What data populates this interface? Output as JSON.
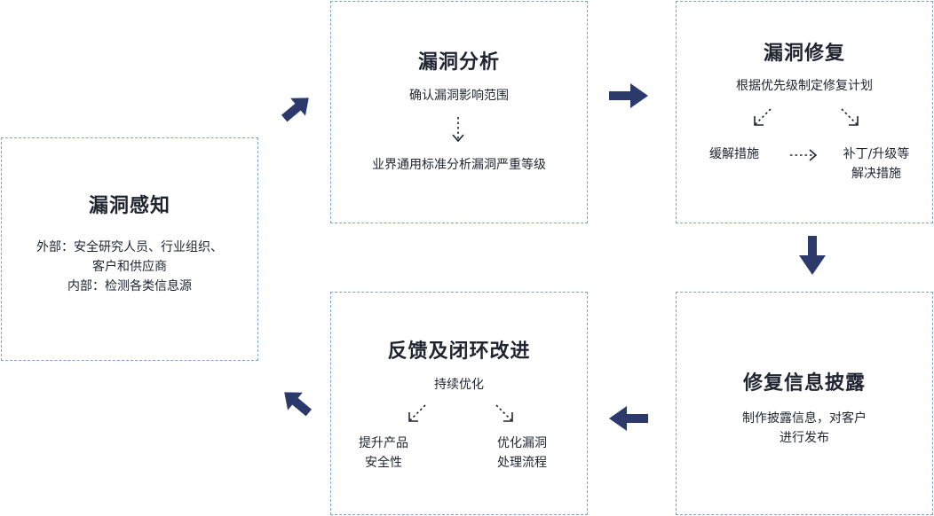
{
  "perception": {
    "title": "漏洞感知",
    "line1": "外部：安全研究人员、行业组织、",
    "line2": "客户和供应商",
    "line3": "内部：检测各类信息源"
  },
  "analysis": {
    "title": "漏洞分析",
    "line1": "确认漏洞影响范围",
    "line2": "业界通用标准分析漏洞严重等级"
  },
  "repair": {
    "title": "漏洞修复",
    "line1": "根据优先级制定修复计划",
    "left": "缓解措施",
    "right1": "补丁/升级等",
    "right2": "解决措施"
  },
  "disclosure": {
    "title": "修复信息披露",
    "line1": "制作披露信息，对客户",
    "line2": "进行发布"
  },
  "feedback": {
    "title": "反馈及闭环改进",
    "line1": "持续优化",
    "left1": "提升产品",
    "left2": "安全性",
    "right1": "优化漏洞",
    "right2": "处理流程"
  },
  "colors": {
    "arrow": "#2b3a6b",
    "border": "#7aa3cf"
  }
}
